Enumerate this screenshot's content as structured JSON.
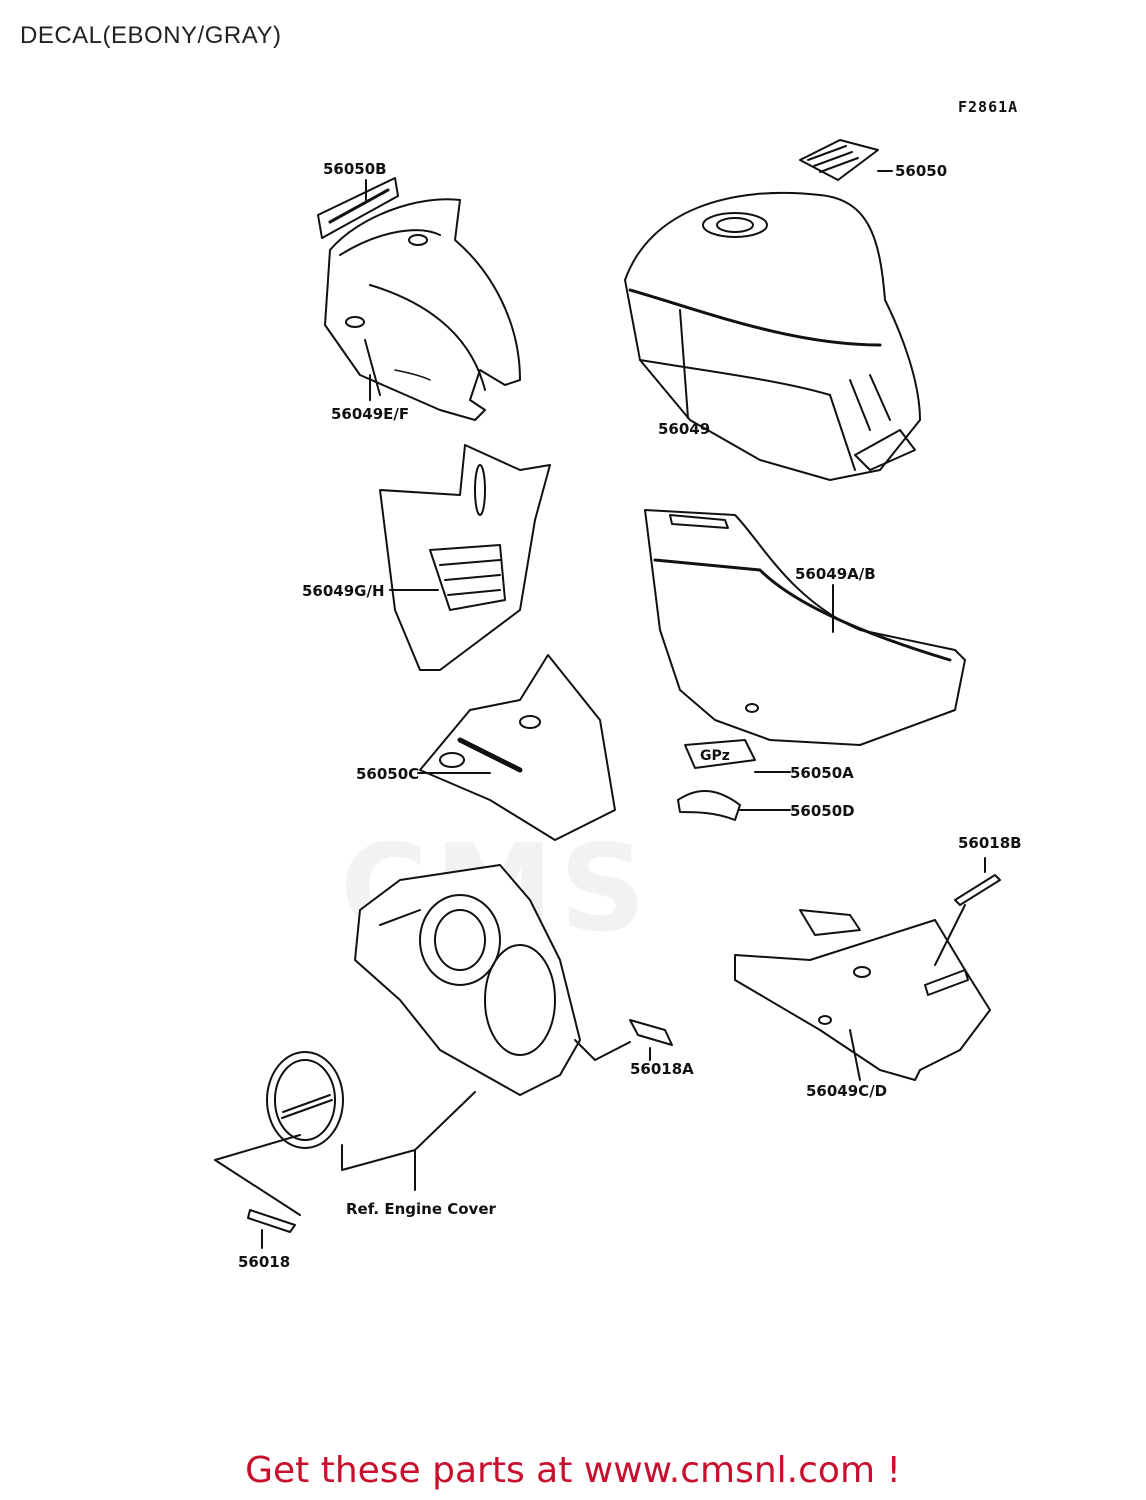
{
  "page": {
    "title": "DECAL(EBONY/GRAY)",
    "figure_code": "F2861A",
    "promo": "Get these parts at www.cmsnl.com !"
  },
  "watermark": {
    "text": "CMS"
  },
  "parts": [
    {
      "id": "p1",
      "label": "56050B"
    },
    {
      "id": "p2",
      "label": "56050"
    },
    {
      "id": "p3",
      "label": "56049E/F"
    },
    {
      "id": "p4",
      "label": "56049"
    },
    {
      "id": "p5",
      "label": "56049G/H"
    },
    {
      "id": "p6",
      "label": "56049A/B"
    },
    {
      "id": "p7",
      "label": "56050C"
    },
    {
      "id": "p8",
      "label": "56050A"
    },
    {
      "id": "p9",
      "label": "56050D"
    },
    {
      "id": "p10",
      "label": "56018B"
    },
    {
      "id": "p11",
      "label": "56018A"
    },
    {
      "id": "p12",
      "label": "56049C/D"
    },
    {
      "id": "p13",
      "label": "Ref. Engine Cover"
    },
    {
      "id": "p14",
      "label": "56018"
    }
  ]
}
